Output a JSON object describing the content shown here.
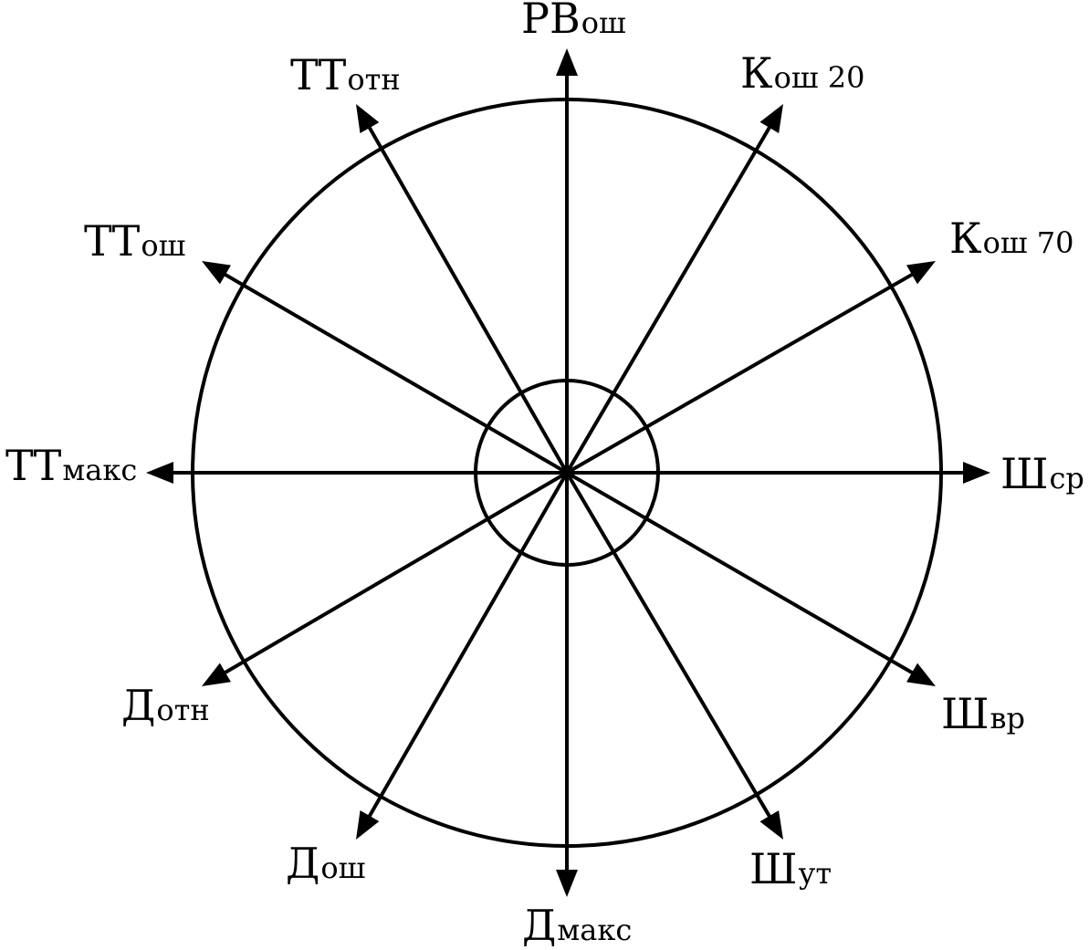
{
  "colors": {
    "ink": "#000000",
    "background": "#ffffff"
  },
  "diagram": {
    "circles": [
      {
        "name": "outer-circle"
      },
      {
        "name": "inner-circle"
      }
    ],
    "axes": [
      {
        "id": "rv-osh",
        "main": "РВ",
        "sub": "ош"
      },
      {
        "id": "k-osh-20",
        "main": "К",
        "sub": "ош 20"
      },
      {
        "id": "k-osh-70",
        "main": "К",
        "sub": "ош 70"
      },
      {
        "id": "sh-sr",
        "main": "Ш",
        "sub": "ср"
      },
      {
        "id": "sh-vr",
        "main": "Ш",
        "sub": "вр"
      },
      {
        "id": "sh-ut",
        "main": "Ш",
        "sub": "ут"
      },
      {
        "id": "d-maks",
        "main": "Д",
        "sub": "макс"
      },
      {
        "id": "d-osh",
        "main": "Д",
        "sub": "ош"
      },
      {
        "id": "d-otn",
        "main": "Д",
        "sub": "отн"
      },
      {
        "id": "tt-maks",
        "main": "ТТ",
        "sub": "макс"
      },
      {
        "id": "tt-osh",
        "main": "ТТ",
        "sub": "ош"
      },
      {
        "id": "tt-otn",
        "main": "ТТ",
        "sub": "отн"
      }
    ]
  }
}
